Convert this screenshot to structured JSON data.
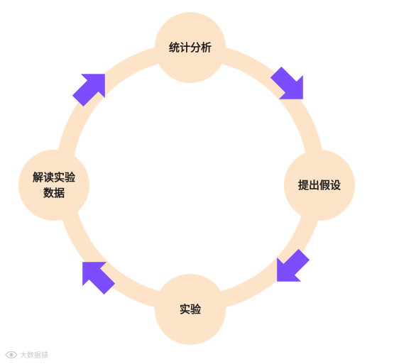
{
  "diagram": {
    "type": "cycle",
    "nodes": [
      {
        "id": "analysis",
        "lines": [
          "统计分析"
        ]
      },
      {
        "id": "hypothesis",
        "lines": [
          "提出假设"
        ]
      },
      {
        "id": "experiment",
        "lines": [
          "实验"
        ]
      },
      {
        "id": "interpret",
        "lines": [
          "解读实验",
          "数据"
        ]
      }
    ],
    "flow": "clockwise",
    "colors": {
      "ring": "#fde3c8",
      "node_fill": "#fde3c8",
      "arrow": "#7b4dff",
      "text": "#1f1f1f",
      "background": "#ffffff"
    }
  },
  "watermark": {
    "icon": "eye-logo-icon",
    "text": "大数据猿"
  }
}
